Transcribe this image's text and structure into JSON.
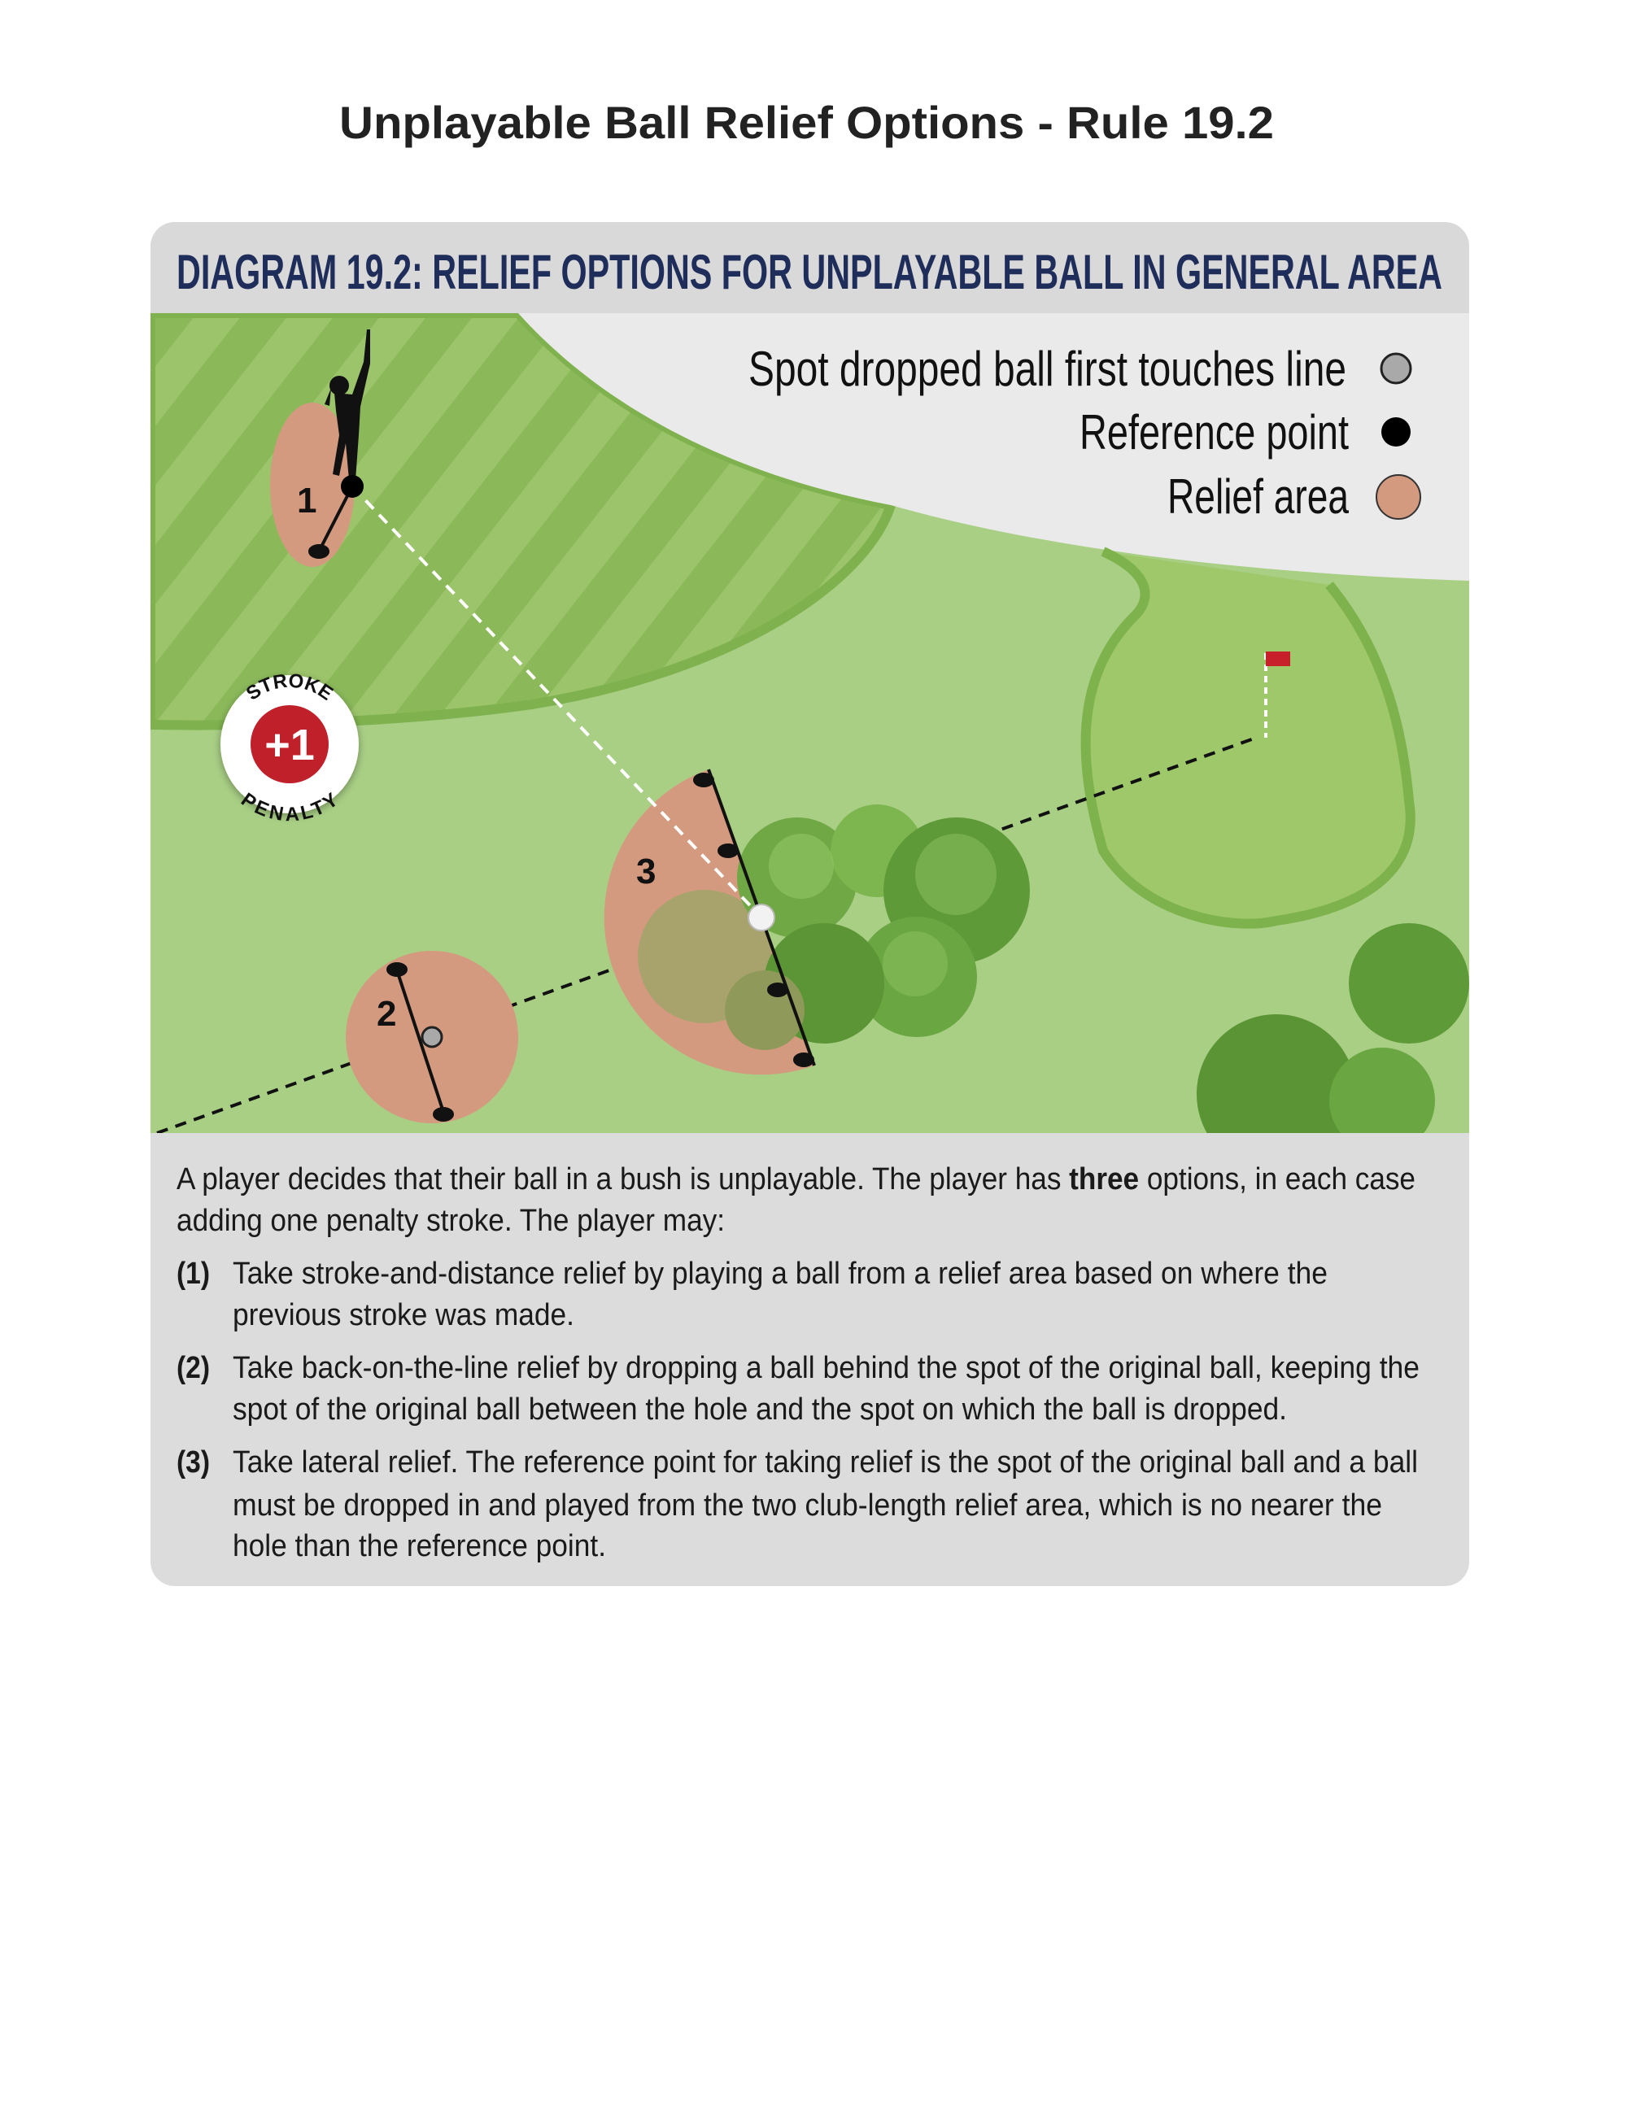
{
  "page_title": "Unplayable Ball Relief Options - Rule 19.2",
  "diagram": {
    "header": "DIAGRAM 19.2:  RELIEF OPTIONS FOR UNPLAYABLE BALL IN GENERAL AREA",
    "legend": [
      {
        "label": "Spot dropped ball first touches line",
        "color": "#a9a9a9"
      },
      {
        "label": "Reference point",
        "color": "#000000"
      },
      {
        "label": "Relief area",
        "color": "#d49a80"
      }
    ],
    "relief_numbers": [
      "1",
      "2",
      "3"
    ],
    "badge": {
      "top": "STROKE",
      "value": "+1",
      "bottom": "PENALTY",
      "color": "#c0202a"
    },
    "colors": {
      "header_text": "#1f2d5a",
      "fairway": "#9cc46a",
      "rough": "#a9cf85",
      "flag": "#c8202a"
    }
  },
  "description": {
    "intro": [
      "A player decides that their ball in a bush is unplayable. The player has ",
      "three",
      " options, in each case"
    ],
    "intro_line2": "adding one penalty stroke. The player may:",
    "options": [
      {
        "num": "(1)",
        "lines": [
          "Take stroke-and-distance relief by playing a ball from a relief area based on where the",
          "previous stroke was made."
        ]
      },
      {
        "num": "(2)",
        "lines": [
          "Take back-on-the-line relief by dropping a ball behind the spot of the original ball, keeping the",
          "spot of the original ball between the hole and the spot on which the ball is dropped."
        ]
      },
      {
        "num": "(3)",
        "lines": [
          "Take lateral relief. The reference point for taking relief is the spot of the original ball and a ball",
          "must be dropped in and played from the two club-length relief area, which is no nearer the",
          "hole than the reference point."
        ]
      }
    ]
  }
}
